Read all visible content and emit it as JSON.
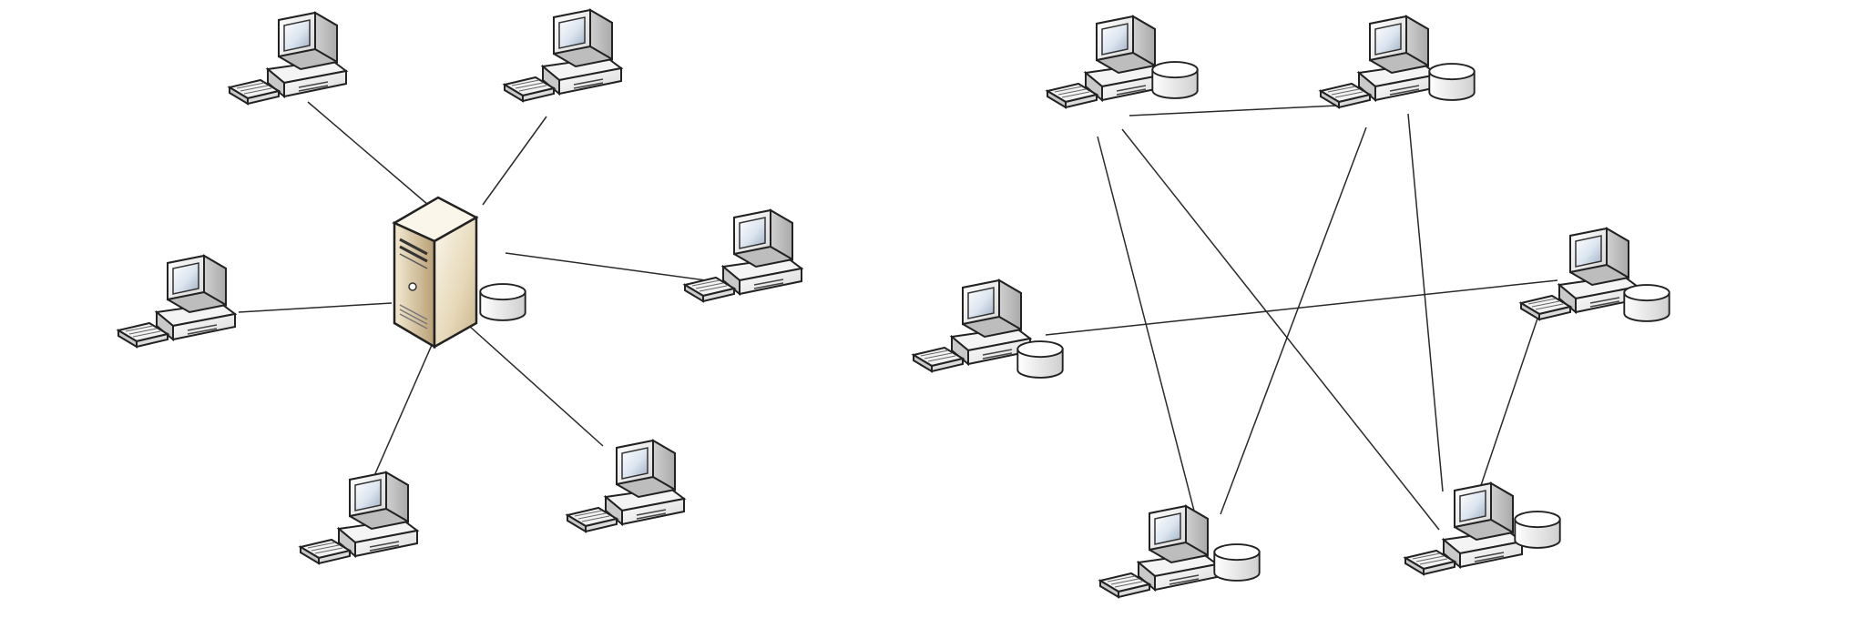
{
  "diagrams": [
    {
      "id": "client-server",
      "nodes": [
        {
          "id": "server",
          "type": "server",
          "icon": "server-icon",
          "has_database": true
        },
        {
          "id": "pc-top-left",
          "type": "workstation",
          "icon": "desktop-computer-icon",
          "has_database": false
        },
        {
          "id": "pc-top-right",
          "type": "workstation",
          "icon": "desktop-computer-icon",
          "has_database": false
        },
        {
          "id": "pc-right",
          "type": "workstation",
          "icon": "desktop-computer-icon",
          "has_database": false
        },
        {
          "id": "pc-left",
          "type": "workstation",
          "icon": "desktop-computer-icon",
          "has_database": false
        },
        {
          "id": "pc-bottom-left",
          "type": "workstation",
          "icon": "desktop-computer-icon",
          "has_database": false
        },
        {
          "id": "pc-bottom-right",
          "type": "workstation",
          "icon": "desktop-computer-icon",
          "has_database": false
        }
      ],
      "links": [
        [
          "server",
          "pc-top-left"
        ],
        [
          "server",
          "pc-top-right"
        ],
        [
          "server",
          "pc-right"
        ],
        [
          "server",
          "pc-left"
        ],
        [
          "server",
          "pc-bottom-left"
        ],
        [
          "server",
          "pc-bottom-right"
        ]
      ]
    },
    {
      "id": "peer-to-peer",
      "nodes": [
        {
          "id": "peer-a",
          "type": "workstation",
          "icon": "desktop-computer-icon",
          "has_database": true
        },
        {
          "id": "peer-b",
          "type": "workstation",
          "icon": "desktop-computer-icon",
          "has_database": true
        },
        {
          "id": "peer-c",
          "type": "workstation",
          "icon": "desktop-computer-icon",
          "has_database": true
        },
        {
          "id": "peer-d",
          "type": "workstation",
          "icon": "desktop-computer-icon",
          "has_database": true
        },
        {
          "id": "peer-e",
          "type": "workstation",
          "icon": "desktop-computer-icon",
          "has_database": true
        },
        {
          "id": "peer-f",
          "type": "workstation",
          "icon": "desktop-computer-icon",
          "has_database": true
        }
      ],
      "links": [
        [
          "peer-a",
          "peer-b"
        ],
        [
          "peer-a",
          "peer-e"
        ],
        [
          "peer-a",
          "peer-f"
        ],
        [
          "peer-b",
          "peer-e"
        ],
        [
          "peer-b",
          "peer-f"
        ],
        [
          "peer-c",
          "peer-d"
        ],
        [
          "peer-d",
          "peer-f"
        ]
      ]
    }
  ],
  "colors": {
    "line": "#2a2a2a",
    "outline": "#222222",
    "screen": "#d9e3ef",
    "body_light": "#ffffff",
    "body_shade": "#cfcfcf",
    "server_light": "#f7f0df",
    "server_dark": "#b9a27a"
  }
}
